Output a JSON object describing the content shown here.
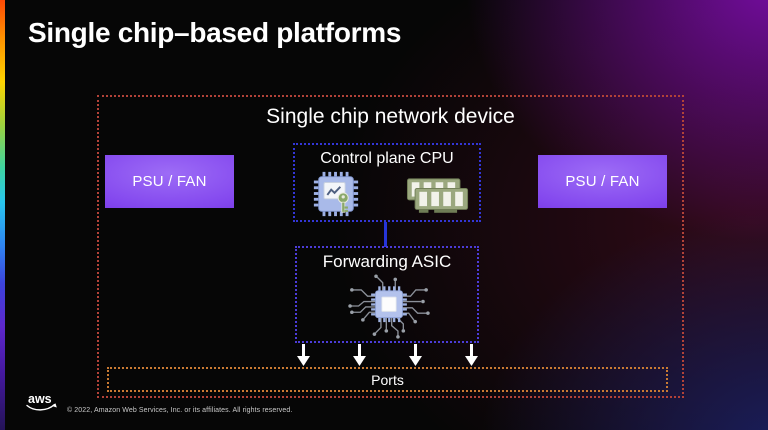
{
  "slide": {
    "title": "Single chip–based platforms"
  },
  "diagram": {
    "device_label": "Single chip network device",
    "psu_fan_left_label": "PSU / FAN",
    "psu_fan_right_label": "PSU / FAN",
    "control_plane_label": "Control plane CPU",
    "forwarding_asic_label": "Forwarding ASIC",
    "ports_label": "Ports",
    "arrow_count": 4
  },
  "icons": {
    "cpu": "cpu-chip-icon",
    "memory": "memory-modules-icon",
    "asic": "asic-circuit-icon",
    "arrow": "down-arrow-icon"
  },
  "colors": {
    "outer_border": "#b24238",
    "control_border": "#3336d6",
    "asic_border": "#4c3cd8",
    "ports_border": "#c97a33",
    "psu_fill": "#8347ee",
    "connector": "#2635d8",
    "accent_stripe_top": "#ff4a05",
    "glow_top_right": "#7a0da8",
    "glow_bottom_right": "#1a1f60"
  },
  "footer": {
    "logo_text": "aws",
    "copyright": "© 2022, Amazon Web Services, Inc. or its affiliates. All rights reserved."
  }
}
